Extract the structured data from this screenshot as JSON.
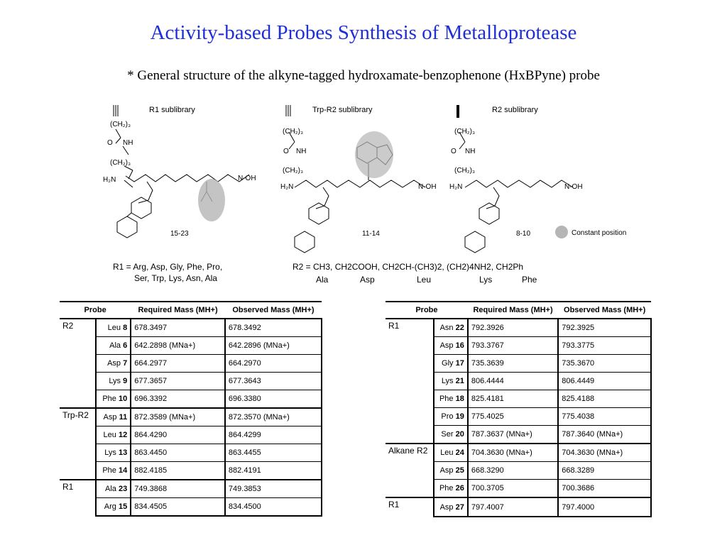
{
  "title": "Activity-based Probes Synthesis of Metalloprotease",
  "subtitle": "* General structure of the alkyne-tagged hydroxamate-benzophenone (HxBPyne) probe",
  "figure": {
    "sub1": "R1 sublibrary",
    "sub2": "Trp-R2 sublibrary",
    "sub3": "R2 sublibrary",
    "label1": "15-23",
    "label2": "11-14",
    "label3": "8-10",
    "legend": "Constant position",
    "r1_list_line1": "R1 = Arg, Asp, Gly, Phe, Pro,",
    "r1_list_line2": "Ser, Trp, Lys, Asn, Ala",
    "r2_list_line1": "R2 = CH3, CH2COOH, CH2CH-(CH3)2, (CH2)4NH2, CH2Ph",
    "r2_names": [
      "Ala",
      "Asp",
      "Leu",
      "Lys",
      "Phe"
    ],
    "colors": {
      "title": "#1f2fd6",
      "red": "#c0392b",
      "blue": "#2a7fbf",
      "circle": "#b5b5b5"
    }
  },
  "headers": {
    "probe": "Probe",
    "required": "Required Mass (MH+)",
    "observed": "Observed Mass (MH+)"
  },
  "left_table": [
    {
      "group": "R2",
      "rows": [
        {
          "name": "Leu",
          "num": "8",
          "req": "678.3497",
          "obs": "678.3492"
        },
        {
          "name": "Ala",
          "num": "6",
          "req": "642.2898 (MNa+)",
          "obs": "642.2896 (MNa+)"
        },
        {
          "name": "Asp",
          "num": "7",
          "req": "664.2977",
          "obs": "664.2970"
        },
        {
          "name": "Lys",
          "num": "9",
          "req": "677.3657",
          "obs": "677.3643"
        },
        {
          "name": "Phe",
          "num": "10",
          "req": "696.3392",
          "obs": "696.3380"
        }
      ]
    },
    {
      "group": "Trp-R2",
      "rows": [
        {
          "name": "Asp",
          "num": "11",
          "req": "872.3589 (MNa+)",
          "obs": "872.3570 (MNa+)"
        },
        {
          "name": "Leu",
          "num": "12",
          "req": "864.4290",
          "obs": "864.4299"
        },
        {
          "name": "Lys",
          "num": "13",
          "req": "863.4450",
          "obs": "863.4455"
        },
        {
          "name": "Phe",
          "num": "14",
          "req": "882.4185",
          "obs": "882.4191"
        }
      ]
    },
    {
      "group": "R1",
      "rows": [
        {
          "name": "Ala",
          "num": "23",
          "req": "749.3868",
          "obs": "749.3853"
        },
        {
          "name": "Arg",
          "num": "15",
          "req": "834.4505",
          "obs": "834.4500"
        }
      ]
    }
  ],
  "right_table": [
    {
      "group": "R1",
      "rows": [
        {
          "name": "Asn",
          "num": "22",
          "req": "792.3926",
          "obs": "792.3925"
        },
        {
          "name": "Asp",
          "num": "16",
          "req": "793.3767",
          "obs": "793.3775"
        },
        {
          "name": "Gly",
          "num": "17",
          "req": "735.3639",
          "obs": "735.3670"
        },
        {
          "name": "Lys",
          "num": "21",
          "req": "806.4444",
          "obs": "806.4449"
        },
        {
          "name": "Phe",
          "num": "18",
          "req": "825.4181",
          "obs": "825.4188"
        },
        {
          "name": "Pro",
          "num": "19",
          "req": "775.4025",
          "obs": "775.4038"
        },
        {
          "name": "Ser",
          "num": "20",
          "req": "787.3637 (MNa+)",
          "obs": "787.3640 (MNa+)"
        }
      ]
    },
    {
      "group": "Alkane R2",
      "rows": [
        {
          "name": "Leu",
          "num": "24",
          "req": "704.3630 (MNa+)",
          "obs": "704.3630 (MNa+)"
        },
        {
          "name": "Asp",
          "num": "25",
          "req": "668.3290",
          "obs": "668.3289"
        },
        {
          "name": "Phe",
          "num": "26",
          "req": "700.3705",
          "obs": "700.3686"
        }
      ]
    },
    {
      "group": "R1",
      "rows": [
        {
          "name": "Asp",
          "num": "27",
          "req": "797.4007",
          "obs": "797.4000"
        }
      ]
    }
  ]
}
